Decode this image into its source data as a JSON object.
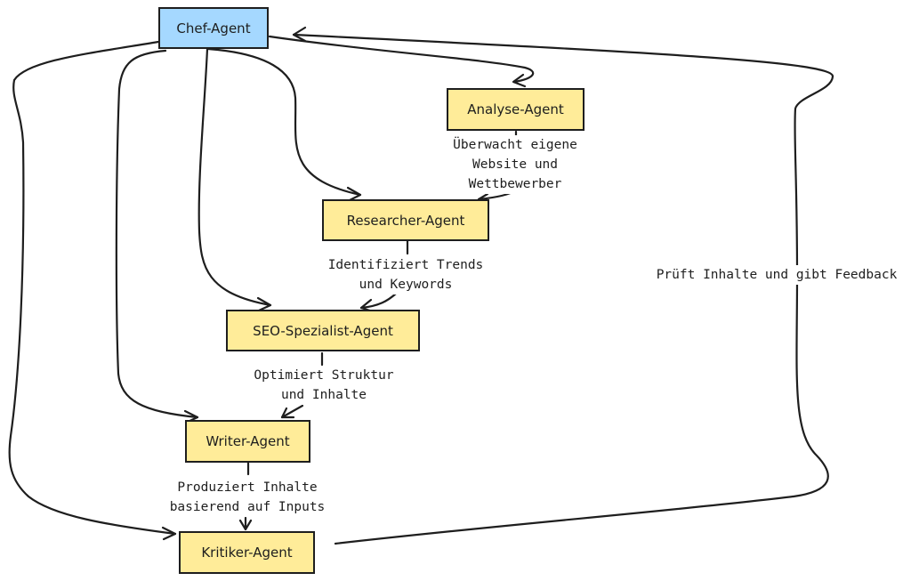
{
  "nodes": {
    "chef": "Chef-Agent",
    "analyse": "Analyse-Agent",
    "researcher": "Researcher-Agent",
    "seo": "SEO-Spezialist-Agent",
    "writer": "Writer-Agent",
    "kritiker": "Kritiker-Agent"
  },
  "edges": {
    "analyse_to_researcher": [
      "Überwacht eigene",
      "Website und",
      "Wettbewerber"
    ],
    "researcher_to_seo": [
      "Identifiziert Trends",
      "und Keywords"
    ],
    "seo_to_writer": [
      "Optimiert Struktur",
      "und Inhalte"
    ],
    "writer_to_kritiker": [
      "Produziert Inhalte",
      "basierend auf Inputs"
    ],
    "kritiker_to_chef": "Prüft Inhalte und gibt Feedback"
  },
  "colors": {
    "chef_fill": "#a5d8ff",
    "agent_fill": "#ffec99",
    "stroke": "#1e1e1e"
  }
}
